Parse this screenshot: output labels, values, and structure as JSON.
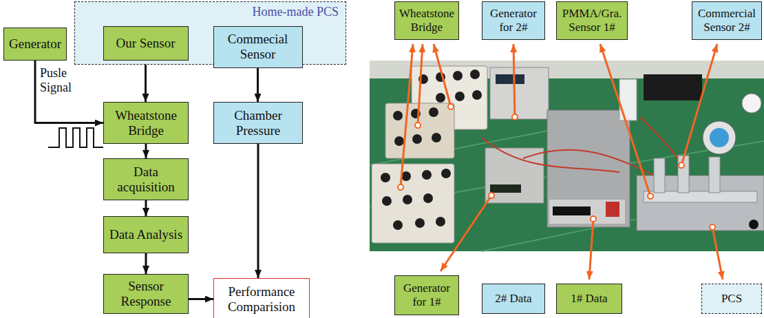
{
  "diagram": {
    "nodes": [
      {
        "text": [
          "Home-made PCS"
        ]
      },
      {
        "text": [
          "Our Sensor"
        ],
        "in": 0
      },
      {
        "text": [
          "Commecial Sensor"
        ],
        "in": 0
      },
      {
        "text": [
          "Generator"
        ]
      },
      {
        "text": [
          "Wheatstone Bridge"
        ]
      },
      {
        "text": [
          "Chamber Pressure"
        ]
      },
      {
        "text": [
          "Data acquisition"
        ]
      },
      {
        "text": [
          "Data Analysis"
        ]
      },
      {
        "text": [
          "Sensor Response"
        ]
      },
      {
        "text": [
          "Performance Comparision"
        ]
      },
      {
        "text": [
          "Wheatstone Bridge"
        ]
      },
      {
        "text": [
          "Generator for 2#"
        ]
      },
      {
        "text": [
          "PMMA/Gra. Sensor 1#"
        ]
      },
      {
        "text": [
          "Commercial Sensor 2#"
        ]
      },
      {
        "text": [
          "Generator for 1#"
        ]
      },
      {
        "text": [
          "2# Data"
        ]
      },
      {
        "text": [
          "1# Data"
        ]
      },
      {
        "text": [
          "PCS"
        ]
      }
    ],
    "edges": [
      {
        "from": 3,
        "to": 4,
        "arrow": "to",
        "label": "Pusle Signal"
      },
      {
        "from": 1,
        "to": 4,
        "arrow": "to"
      },
      {
        "from": 4,
        "to": 6,
        "arrow": "to"
      },
      {
        "from": 6,
        "to": 7,
        "arrow": "to"
      },
      {
        "from": 7,
        "to": 8,
        "arrow": "to"
      },
      {
        "from": 8,
        "to": 9,
        "arrow": "to"
      },
      {
        "from": 2,
        "to": 5,
        "arrow": "to"
      },
      {
        "from": 5,
        "to": 9,
        "arrow": "to"
      }
    ]
  }
}
